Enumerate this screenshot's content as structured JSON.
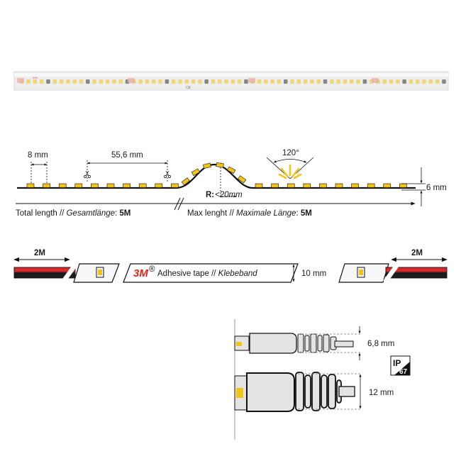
{
  "colors": {
    "led": "#f2c318",
    "led_dark": "#5a5a5a",
    "strip": "#ececec",
    "wire_red": "#d62a2a",
    "wire_black": "#1c1c1c",
    "brand_3m": "#e2231a",
    "line": "#111111",
    "arrow_red": "#e03030"
  },
  "photo_strip": {
    "markings": [
      "24V",
      "CE"
    ]
  },
  "dimensions": {
    "led_spacing": "8 mm",
    "cut_segment": "55,6 mm",
    "beam_angle": "120°",
    "height": "6 mm",
    "bend_radius_label": "R:",
    "bend_radius_value": "<20mm"
  },
  "length_row": {
    "total_label": "Total length",
    "total_sep": " // ",
    "total_label_de": "Gesamtlänge",
    "total_colon": ": ",
    "total_value": "5M",
    "max_label": "Max lenght",
    "max_sep": " // ",
    "max_label_de": "Maximale Länge",
    "max_colon": ": ",
    "max_value": "5M"
  },
  "wiring": {
    "left_wire_length": "2M",
    "right_wire_length": "2M",
    "brand": "3M",
    "brand_mark": "®",
    "tape_label": "Adhesive tape",
    "tape_sep": " // ",
    "tape_label_de": "Klebeband",
    "width": "10 mm"
  },
  "connector": {
    "small_diameter": "6,8 mm",
    "large_diameter": "12 mm",
    "ip_prefix": "IP",
    "ip_value": "67"
  }
}
